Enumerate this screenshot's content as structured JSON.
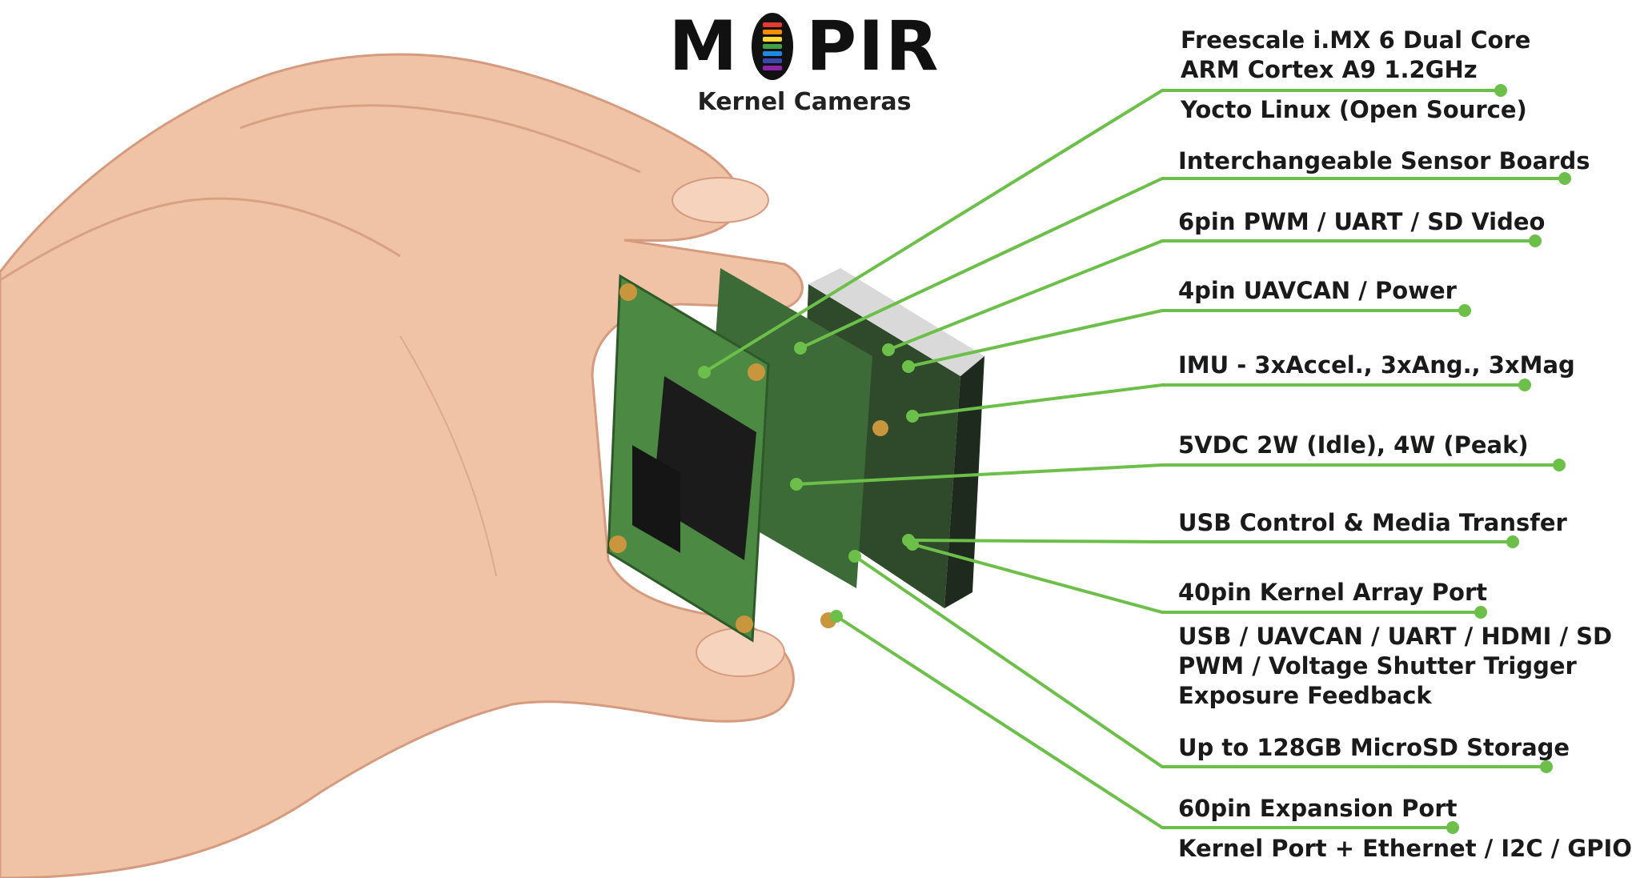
{
  "brand": {
    "logo_text_left": "M",
    "logo_text_right": "PIR",
    "subtitle": "Kernel Cameras",
    "icon": "kernel-spectrum-icon",
    "spectrum_colors": [
      "#e53935",
      "#fb8c00",
      "#fdd835",
      "#43a047",
      "#1e88e5",
      "#3949ab",
      "#8e24aa"
    ]
  },
  "accent_color": "#6cc04a",
  "callouts": [
    {
      "lines": [
        "Freescale i.MX 6 Dual Core",
        "ARM Cortex A9 1.2GHz"
      ]
    },
    {
      "lines": [
        "Yocto Linux (Open Source)"
      ]
    },
    {
      "lines": [
        "Interchangeable Sensor Boards"
      ]
    },
    {
      "lines": [
        "6pin PWM / UART / SD Video"
      ]
    },
    {
      "lines": [
        "4pin UAVCAN / Power"
      ]
    },
    {
      "lines": [
        "IMU - 3xAccel., 3xAng., 3xMag"
      ]
    },
    {
      "lines": [
        "5VDC 2W (Idle), 4W (Peak)"
      ]
    },
    {
      "lines": [
        "USB Control & Media Transfer"
      ]
    },
    {
      "lines": [
        "40pin Kernel Array Port"
      ]
    },
    {
      "lines": [
        "USB / UAVCAN / UART / HDMI / SD",
        "PWM / Voltage Shutter Trigger",
        "Exposure Feedback"
      ]
    },
    {
      "lines": [
        "Up to 128GB MicroSD Storage"
      ]
    },
    {
      "lines": [
        "60pin Expansion Port"
      ]
    },
    {
      "lines": [
        "Kernel Port + Ethernet / I2C / GPIO"
      ]
    }
  ]
}
